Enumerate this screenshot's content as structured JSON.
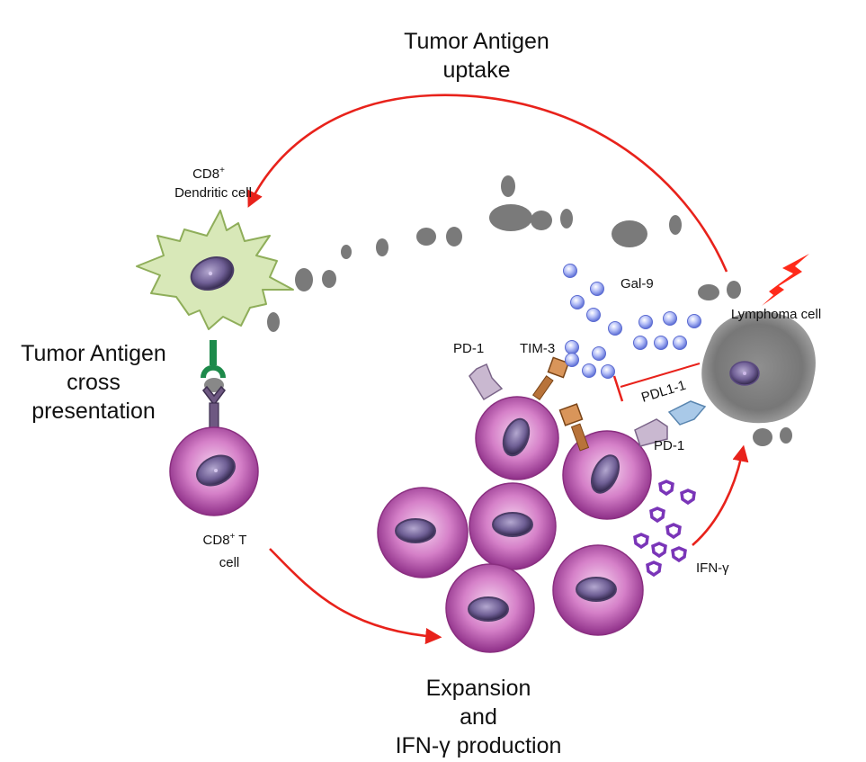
{
  "title_labels": {
    "antigen_uptake_line1": "Tumor Antigen",
    "antigen_uptake_line2": "uptake",
    "cross_line1": "Tumor Antigen",
    "cross_line2": "cross",
    "cross_line3": "presentation",
    "expansion_line1": "Expansion",
    "expansion_line2": "and",
    "expansion_line3": "IFN-γ production"
  },
  "cell_labels": {
    "dendritic_cd8": "CD8",
    "dendritic_sup": "+",
    "dendritic_name": "Dendritic cell",
    "tcell_cd8": "CD8",
    "tcell_sup": "+",
    "tcell_t": " T",
    "tcell_name": "cell",
    "lymphoma": "Lymphoma cell"
  },
  "molecule_labels": {
    "gal9": "Gal-9",
    "pd1_left": "PD-1",
    "tim3": "TIM-3",
    "pdl1": "PDL1-1",
    "pd1_right": "PD-1",
    "ifng": "IFN-γ"
  },
  "colors": {
    "arrow": "#e8221b",
    "tcell": "#b54aa6",
    "tcell_light": "#f3c6ec",
    "nucleus": "#6b5a86",
    "dendritic": "#d8e8b8",
    "dendritic_edge": "#8fae5a",
    "debris": "#7a7a7a",
    "gal9": "#8e9cf0",
    "ifng": "#7a35b8",
    "tim3": "#b8733a",
    "pd1": "#c9b8d0",
    "pdl1": "#a9c9e8",
    "bolt": "#ff2a1a"
  }
}
